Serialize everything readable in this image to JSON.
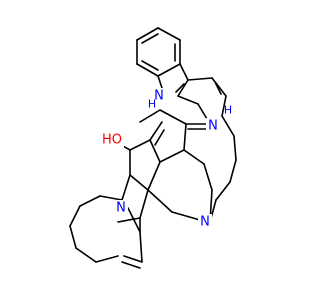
{
  "colors": {
    "background": "#ffffff",
    "bond": "#000000",
    "nitrogen": "#0000ff",
    "oxygen": "#ff0000"
  },
  "labels": {
    "indole_n": "N",
    "indole_h": "H",
    "ring_n_upper": "N",
    "ring_n_upper_h": "H",
    "hydroxyl_o": "HO",
    "ring_n_left": "N",
    "ring_n_lower": "N"
  }
}
